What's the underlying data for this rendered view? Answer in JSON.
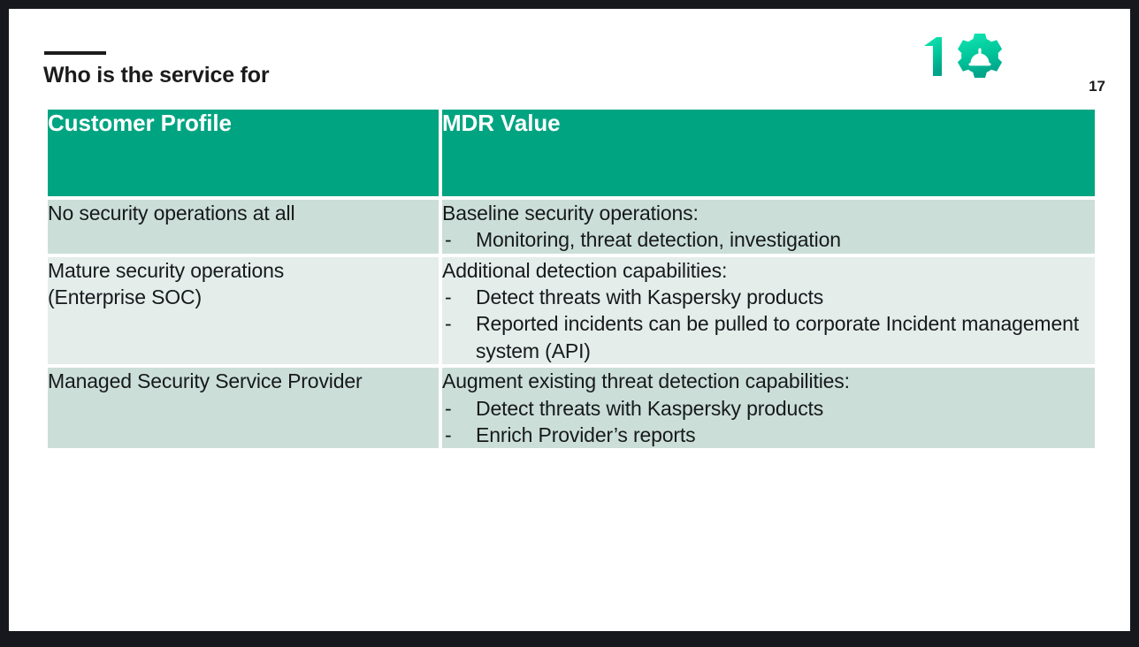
{
  "slide": {
    "title": "Who is the service for",
    "page_number": "17",
    "logo_name": "kaspersky-10-gear-helmet-logo",
    "colors": {
      "frame_border": "#16181d",
      "slide_background": "#ffffff",
      "accent_teal": "#00a481",
      "row_tint_dark": "#cbdfd8",
      "row_tint_light": "#e4edea",
      "text": "#17191c"
    }
  },
  "table": {
    "columns": [
      {
        "label": "Customer Profile"
      },
      {
        "label": "MDR Value"
      }
    ],
    "rows": [
      {
        "profile": "No security operations at all",
        "value_heading": "Baseline security operations:",
        "value_bullets": [
          "Monitoring, threat detection, investigation"
        ]
      },
      {
        "profile": "Mature security operations\n(Enterprise SOC)",
        "value_heading": "Additional detection capabilities:",
        "value_bullets": [
          "Detect threats with Kaspersky products",
          "Reported incidents can be pulled to corporate Incident management system (API)"
        ]
      },
      {
        "profile": "Managed Security Service Provider",
        "value_heading": "Augment existing threat detection capabilities:",
        "value_bullets": [
          "Detect threats with Kaspersky products",
          "Enrich Provider’s reports"
        ]
      }
    ],
    "bullet_marker": "-"
  }
}
